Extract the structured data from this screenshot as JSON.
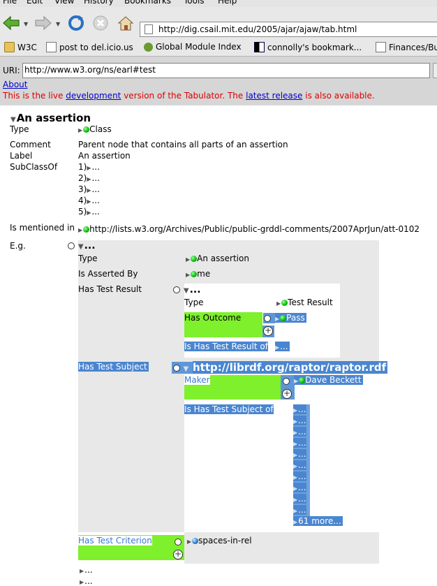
{
  "menu": [
    "File",
    "Edit",
    "View",
    "History",
    "Bookmarks",
    "Tools",
    "Help"
  ],
  "browser": {
    "url": "http://dig.csail.mit.edu/2005/ajar/ajaw/tab.html",
    "bookmarks": [
      "W3C",
      "post to del.icio.us",
      "Global Module Index",
      "connolly's bookmark...",
      "Finances/Bu"
    ]
  },
  "banner": {
    "uri_label": "URI:",
    "uri_value": "http://www.w3.org/ns/earl#test",
    "about": "About",
    "notice_a": "This is the live ",
    "notice_link1": "development",
    "notice_b": " version of the Tabulator. The ",
    "notice_link2": "latest release",
    "notice_c": " is also available."
  },
  "outline": {
    "title": "An assertion",
    "type_label": "Type",
    "type_value": "Class",
    "comment_label": "Comment",
    "comment_value": "Parent node that contains all parts of an assertion",
    "label_label": "Label",
    "label_value": "An assertion",
    "subclass_label": "SubClassOf",
    "subclass_items": [
      "1)",
      "2)",
      "3)",
      "4)",
      "5)"
    ],
    "ellipsis": "...",
    "mentioned_label": "Is mentioned in",
    "mentioned_value": "http://lists.w3.org/Archives/Public/public-grddl-comments/2007AprJun/att-0102",
    "eg_label": "E.g.",
    "eg": {
      "type_label": "Type",
      "type_value": "An assertion",
      "asserted_label": "Is Asserted By",
      "asserted_value": "me",
      "result_label": "Has Test Result",
      "result": {
        "type_label": "Type",
        "type_value": "Test Result",
        "outcome_label": "Has Outcome",
        "outcome_value": "Pass",
        "inverse_label": "Is Has Test Result of"
      },
      "subject_label": "Has Test Subject",
      "subject_value": "http://librdf.org/raptor/raptor.rdf",
      "subject": {
        "maker_label": "Maker",
        "maker_value": "Dave Beckett",
        "inverse_label": "Is Has Test Subject of",
        "more": "61 more..."
      },
      "criterion_label": "Has Test Criterion",
      "criterion_value": "spaces-in-rel"
    }
  }
}
